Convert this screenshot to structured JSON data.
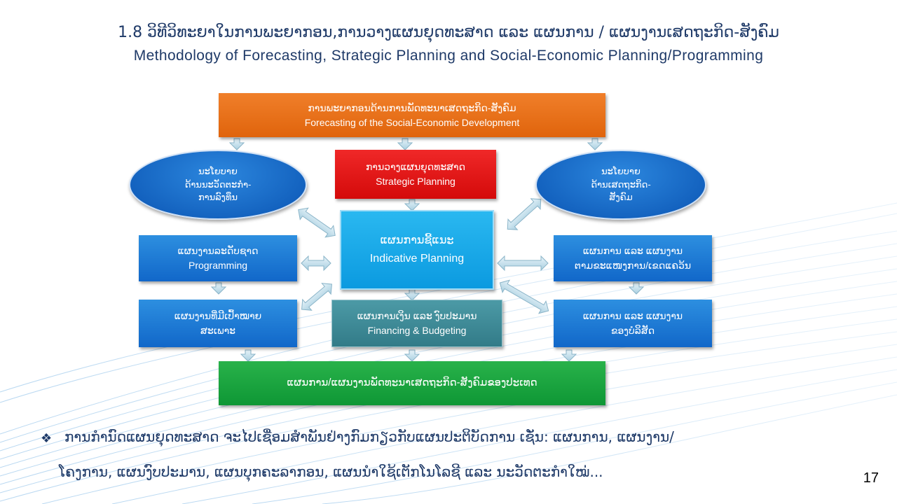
{
  "title": {
    "lao": "1.8 ວິທີວິທະຍາໃນການພະຍາກອນ,ການວາງແຜນຍຸດທະສາດ ແລະ ແຜນການ / ແຜນງານເສດຖະກິດ-ສັງຄົມ",
    "english": "Methodology of Forecasting, Strategic Planning and Social-Economic Planning/Programming"
  },
  "diagram": {
    "forecasting": {
      "lao": "ການພະຍາກອນດ້ານການພັດທະນາເສດຖະກິດ-ສັງຄົມ",
      "en": "Forecasting of the Social-Economic Development"
    },
    "strategic": {
      "lao": "ການວາງແຜນຍຸດທະສາດ",
      "en": "Strategic Planning"
    },
    "policy_left": {
      "line1": "ນະໂຍບາຍ",
      "line2": "ດ້ານນະວັດຕະກໍາ-",
      "line3": "ການລົງທຶນ"
    },
    "policy_right": {
      "line1": "ນະໂຍບາຍ",
      "line2": "ດ້ານເສດຖະກິດ-",
      "line3": "ສັງຄົມ"
    },
    "indicative": {
      "lao": "ແຜນການຊີ້ແນະ",
      "en": "Indicative Planning"
    },
    "programming": {
      "lao": "ແຜນງານລະດັບຊາດ",
      "en": "Programming"
    },
    "sector_plan": {
      "line1": "ແຜນການ ແລະ ແຜນງານ",
      "line2": "ຕາມຂະແໜງການ/ເຂດແຄວ້ນ"
    },
    "target_program": {
      "line1": "ແຜນງານທີ່ມີເປົ້າໝາຍ",
      "line2": "ສະເພາະ"
    },
    "financing": {
      "lao": "ແຜນການເງິນ ແລະ ງົບປະມານ",
      "en": "Financing & Budgeting"
    },
    "enterprise_plan": {
      "line1": "ແຜນການ ແລະ ແຜນງານ",
      "line2": "ຂອງບໍລິສັດ"
    },
    "national_plan": {
      "lao": "ແຜນການ/ແຜນງານພັດທະນາເສດຖະກິດ-ສັງຄົມຂອງປະເທດ"
    }
  },
  "bullet": {
    "symbol": "❖",
    "line1": "ການກໍານົດແຜນຍຸດທະສາດ ຈະໄປເຊື່ອມສໍາພັນຢ່າງກົມກຽວກັບແຜນປະຕິບັດການ ເຊັ່ນ: ແຜນການ, ແຜນງານ/",
    "line2": "ໂຄງການ, ແຜນງົບປະມານ, ແຜນບຸກຄະລາກອນ, ແຜນນໍາໃຊ້ເຕັກໂນໂລຊີ ແລະ ນະວັດຕະກໍາໃໝ່..."
  },
  "page_number": "17",
  "colors": {
    "orange": "#e8701a",
    "red": "#e51818",
    "blue": "#1a78d4",
    "cyan": "#14a8e8",
    "teal": "#3e8a96",
    "green": "#14a03c",
    "title_text": "#1f3a68"
  }
}
